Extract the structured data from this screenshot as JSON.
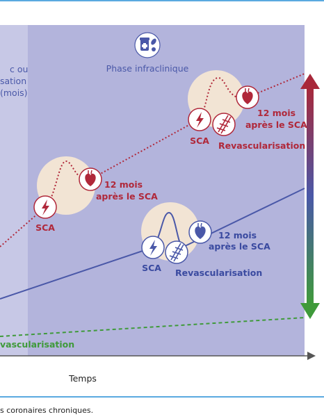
{
  "left_phase_label": [
    "c ou",
    "sation",
    "(mois)"
  ],
  "phase_label": "Phase infraclinique",
  "red": {
    "event1": {
      "sca": "SCA",
      "months_line1": "12 mois",
      "months_line2": "après le SCA"
    },
    "event2": {
      "sca": "SCA",
      "revasc": "Revascularisation",
      "months_line1": "12 mois",
      "months_line2": "après le SCA"
    }
  },
  "blue": {
    "event": {
      "sca": "SCA",
      "revasc": "Revascularisation",
      "months_line1": "12 mois",
      "months_line2": "après le SCA"
    }
  },
  "green_label": "vascularisation",
  "axis_label": "Temps",
  "caption": "s coronaires chroniques.",
  "colors": {
    "red": "#b0283a",
    "blue": "#4a58a8",
    "green": "#3f9a3a",
    "panel": "#b3b4dc",
    "panel_left": "#c7c8e6",
    "halo": "#f2e4d4"
  }
}
